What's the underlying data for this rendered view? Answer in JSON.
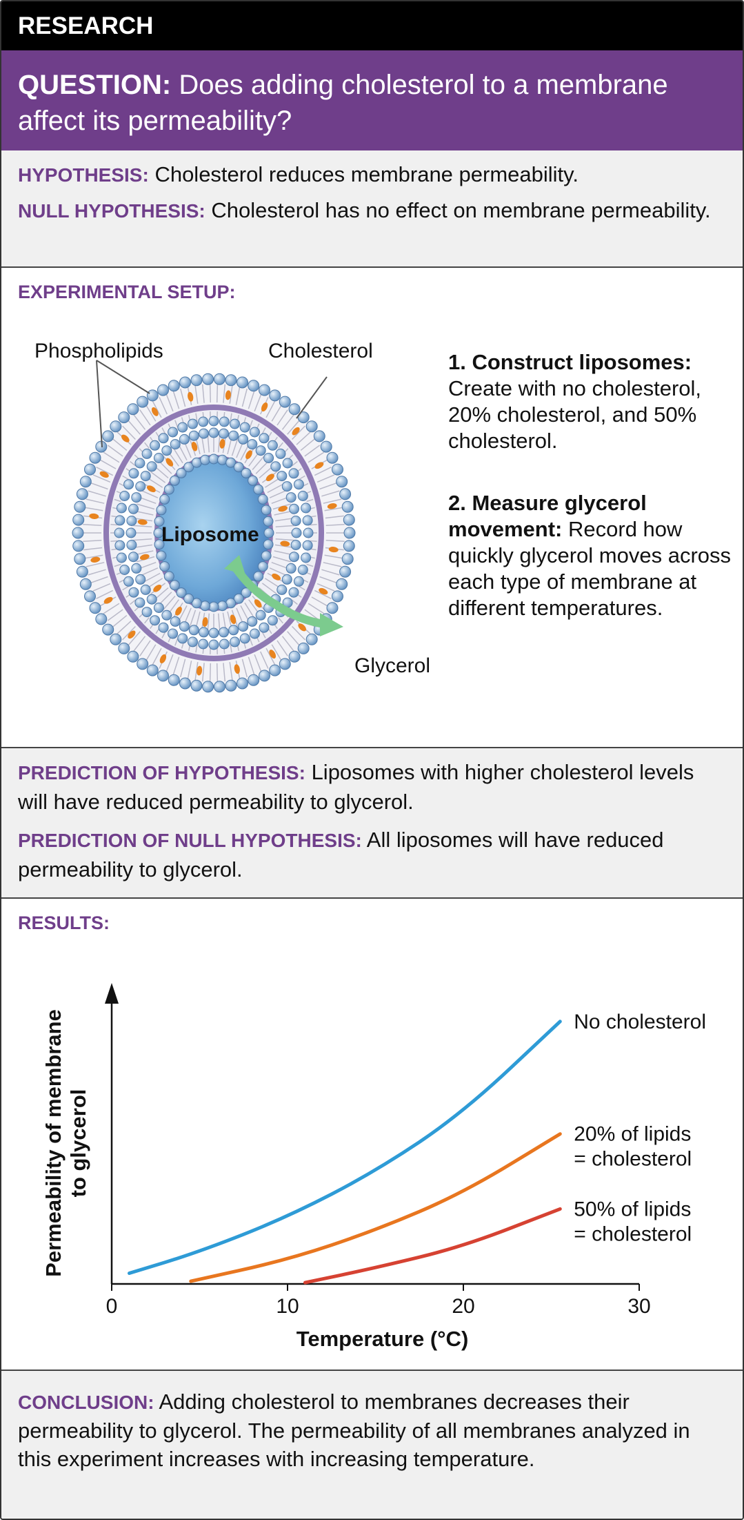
{
  "banner": "RESEARCH",
  "question": {
    "label": "QUESTION:",
    "text": "Does adding cholesterol to a membrane affect its permeability?"
  },
  "hypothesis": {
    "label": "HYPOTHESIS:",
    "text": "Cholesterol reduces membrane permeability."
  },
  "null_hypothesis": {
    "label": "NULL HYPOTHESIS:",
    "text": "Cholesterol has no effect on membrane permeability."
  },
  "setup": {
    "title": "EXPERIMENTAL SETUP:",
    "labels": {
      "phospholipids": "Phospholipids",
      "cholesterol": "Cholesterol",
      "liposome": "Liposome",
      "glycerol": "Glycerol"
    },
    "step1": {
      "title": "1. Construct liposomes:",
      "text": "Create with no cholesterol, 20% cholesterol, and 50% cholesterol."
    },
    "step2": {
      "title": "2. Measure glycerol movement:",
      "text": "Record how quickly glycerol moves across each type of membrane at different temperatures."
    }
  },
  "prediction": {
    "label": "PREDICTION OF HYPOTHESIS:",
    "text": "Liposomes with higher cholesterol levels will have reduced permeability to glycerol."
  },
  "null_prediction": {
    "label": "PREDICTION OF NULL HYPOTHESIS:",
    "text": "All liposomes will have reduced permeability to glycerol."
  },
  "results": {
    "title": "RESULTS:"
  },
  "chart_data": {
    "type": "line",
    "title": "",
    "xlabel": "Temperature (°C)",
    "ylabel": "Permeability of membrane to glycerol",
    "xlim": [
      0,
      30
    ],
    "ylim": [
      0,
      1
    ],
    "xticks": [
      "0",
      "10",
      "20",
      "30"
    ],
    "grid": false,
    "legend": "labels at line ends",
    "series": [
      {
        "name": "No cholesterol",
        "color": "#2e9bd6",
        "x": [
          1,
          5,
          10,
          15,
          20,
          25.5
        ],
        "y": [
          0.04,
          0.12,
          0.25,
          0.42,
          0.64,
          0.98
        ]
      },
      {
        "name": "20% of lipids = cholesterol",
        "color": "#e8761f",
        "x": [
          4.5,
          10,
          15,
          20,
          25.5
        ],
        "y": [
          0.01,
          0.09,
          0.2,
          0.34,
          0.56
        ]
      },
      {
        "name": "50% of lipids = cholesterol",
        "color": "#d64232",
        "x": [
          11,
          15,
          20,
          25.5
        ],
        "y": [
          0.005,
          0.06,
          0.14,
          0.28
        ]
      }
    ],
    "series_labels": [
      [
        "No cholesterol"
      ],
      [
        "20% of lipids",
        "= cholesterol"
      ],
      [
        "50% of lipids",
        "= cholesterol"
      ]
    ]
  },
  "conclusion": {
    "label": "CONCLUSION:",
    "text": "Adding cholesterol to membranes decreases their permeability to glycerol. The permeability of all membranes analyzed in this experiment increases with increasing temperature."
  },
  "colors": {
    "accent": "#6f3e8a",
    "banner": "#000000",
    "gray_panel": "#f0f0f0"
  }
}
